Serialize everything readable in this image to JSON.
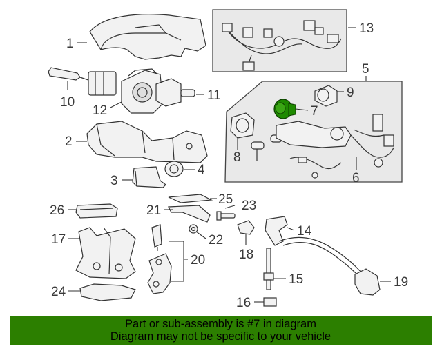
{
  "diagram": {
    "callouts": [
      "1",
      "2",
      "3",
      "4",
      "5",
      "6",
      "7",
      "8",
      "9",
      "10",
      "11",
      "12",
      "13",
      "14",
      "15",
      "16",
      "17",
      "18",
      "19",
      "20",
      "21",
      "22",
      "23",
      "24",
      "25",
      "26"
    ],
    "highlight_color": "#1e8a00"
  },
  "banner": {
    "line1": "Part or sub-assembly is #7 in diagram",
    "line2": "Diagram may not be specific to your vehicle",
    "background": "#2c7f00"
  }
}
